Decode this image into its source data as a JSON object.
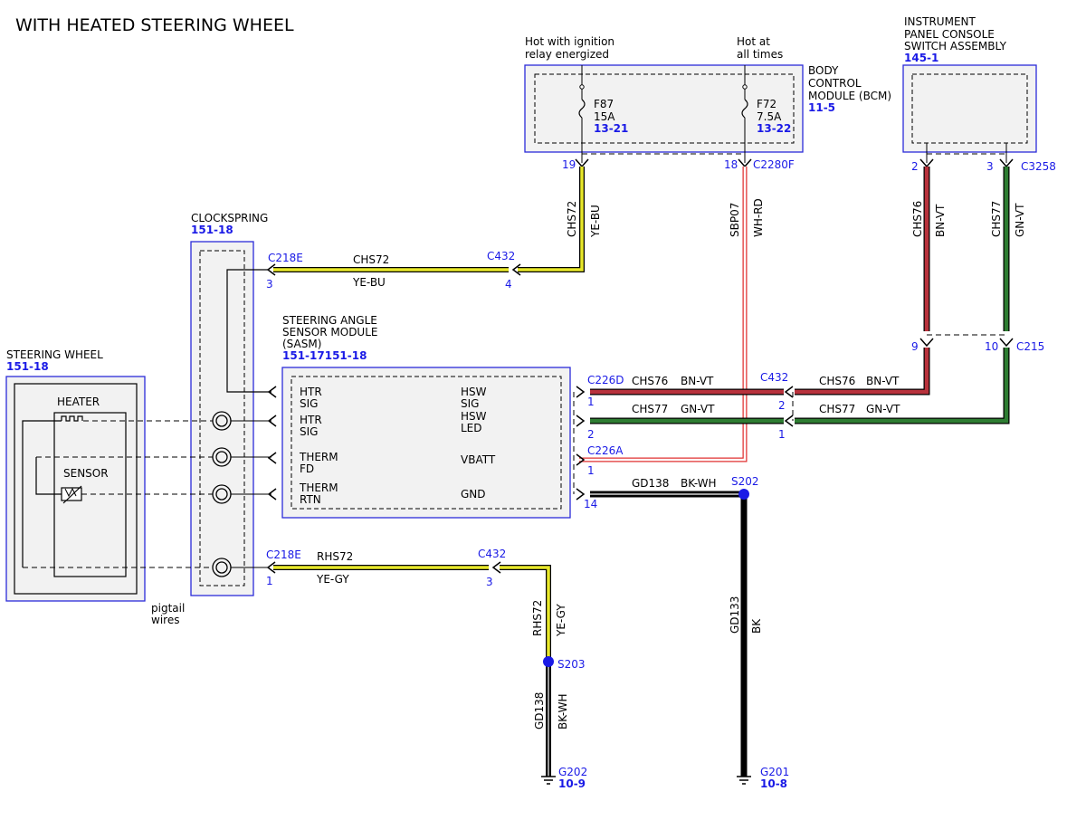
{
  "title": "WITH HEATED STEERING WHEEL",
  "colors": {
    "module_border": "#2b2bd9",
    "ref_text": "#1a1ae6",
    "ye_bu": "#e8e82a",
    "ye_gy": "#e8e82a",
    "bn_vt": "#b8323c",
    "gn_vt": "#2e7d32",
    "wh_rd": "#e03030",
    "black": "#000000"
  },
  "power_labels": {
    "ignition": [
      "Hot with ignition",
      "relay energized"
    ],
    "always": [
      "Hot at",
      "all times"
    ]
  },
  "bcm": {
    "name": [
      "BODY",
      "CONTROL",
      "MODULE (BCM)"
    ],
    "ref": "11-5",
    "fuse1": {
      "name": "F87",
      "rating": "15A",
      "ref": "13-21",
      "pin": "19"
    },
    "fuse2": {
      "name": "F72",
      "rating": "7.5A",
      "ref": "13-22",
      "pin": "18"
    },
    "connector": "C2280F"
  },
  "ipc_switch": {
    "name": [
      "INSTRUMENT",
      "PANEL CONSOLE",
      "SWITCH ASSEMBLY"
    ],
    "ref": "145-1",
    "pin_a": "2",
    "pin_b": "3",
    "connector": "C3258"
  },
  "clockspring": {
    "name": "CLOCKSPRING",
    "ref": "151-18"
  },
  "steering_wheel": {
    "name": "STEERING WHEEL",
    "ref": "151-18",
    "heater": "HEATER",
    "sensor": "SENSOR",
    "pigtail": [
      "pigtail",
      "wires"
    ]
  },
  "sasm": {
    "name": [
      "STEERING ANGLE",
      "SENSOR MODULE",
      "(SASM)"
    ],
    "ref": "151-17151-18",
    "left_pins": [
      [
        "HTR",
        "SIG"
      ],
      [
        "HTR",
        "SIG"
      ],
      [
        "THERM",
        "FD"
      ],
      [
        "THERM",
        "RTN"
      ]
    ],
    "right_pins": [
      [
        "HSW",
        "SIG"
      ],
      [
        "HSW",
        "LED"
      ],
      [
        "VBATT"
      ],
      [
        "GND"
      ]
    ]
  },
  "wires": {
    "chs72_vertical": {
      "circuit": "CHS72",
      "color": "YE-BU"
    },
    "chs72_horizontal": {
      "circuit": "CHS72",
      "color": "YE-BU"
    },
    "sbp07": {
      "circuit": "SBP07",
      "color": "WH-RD"
    },
    "chs76_vertical": {
      "circuit": "CHS76",
      "color": "BN-VT"
    },
    "chs77_vertical": {
      "circuit": "CHS77",
      "color": "GN-VT"
    },
    "chs76_left": {
      "circuit": "CHS76",
      "color": "BN-VT"
    },
    "chs76_right": {
      "circuit": "CHS76",
      "color": "BN-VT"
    },
    "chs77_left": {
      "circuit": "CHS77",
      "color": "GN-VT"
    },
    "chs77_right": {
      "circuit": "CHS77",
      "color": "GN-VT"
    },
    "gd138_horizontal": {
      "circuit": "GD138",
      "color": "BK-WH"
    },
    "rhs72_horizontal": {
      "circuit": "RHS72",
      "color": "YE-GY"
    },
    "rhs72_vertical": {
      "circuit": "RHS72",
      "color": "YE-GY"
    },
    "gd138_vertical": {
      "circuit": "GD138",
      "color": "BK-WH"
    },
    "gd133": {
      "circuit": "GD133",
      "color": "BK"
    }
  },
  "connectors": {
    "c218e_top": {
      "name": "C218E",
      "pin": "3"
    },
    "c432_top": {
      "name": "C432",
      "pin": "4"
    },
    "c226d": {
      "name": "C226D",
      "pin1": "1",
      "pin2": "2"
    },
    "c432_mid": {
      "name": "C432",
      "pin1": "2",
      "pin2": "1"
    },
    "c215": {
      "name": "C215",
      "pin_a": "9",
      "pin_b": "10"
    },
    "c226a": {
      "name": "C226A",
      "pin1": "1",
      "pin2": "14"
    },
    "c218e_bottom": {
      "name": "C218E",
      "pin": "1"
    },
    "c432_bottom": {
      "name": "C432",
      "pin": "3"
    }
  },
  "splices": {
    "s202": "S202",
    "s203": "S203"
  },
  "grounds": {
    "g202": {
      "name": "G202",
      "ref": "10-9"
    },
    "g201": {
      "name": "G201",
      "ref": "10-8"
    }
  }
}
